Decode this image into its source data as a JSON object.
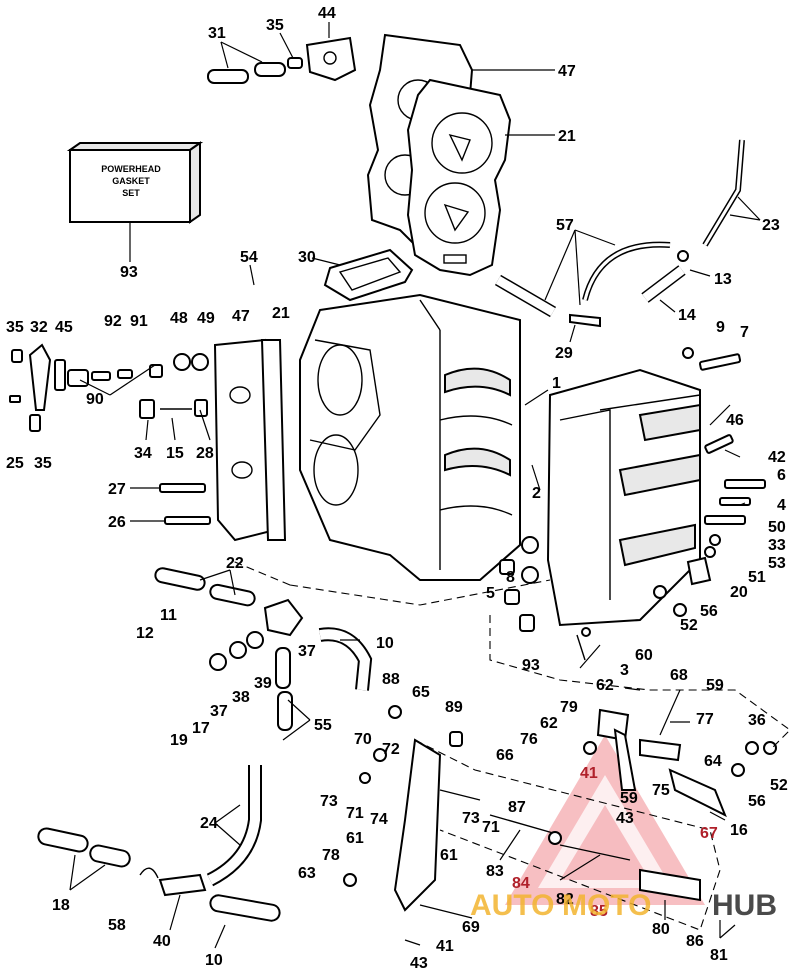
{
  "gasket_box": {
    "line1": "POWERHEAD",
    "line2": "GASKET",
    "line3": "SET"
  },
  "watermark": {
    "auto": "AUTO",
    "moto": "MOTO",
    "hub": "HUB",
    "triangle_color": "#e4474f",
    "auto_color": "#f3b430",
    "moto_color": "#f3b430",
    "hub_color": "#2b2b2b"
  },
  "callouts": [
    {
      "id": "c31",
      "text": "31"
    },
    {
      "id": "c35a",
      "text": "35"
    },
    {
      "id": "c44",
      "text": "44"
    },
    {
      "id": "c47a",
      "text": "47"
    },
    {
      "id": "c21a",
      "text": "21"
    },
    {
      "id": "c23",
      "text": "23"
    },
    {
      "id": "c57",
      "text": "57"
    },
    {
      "id": "c13",
      "text": "13"
    },
    {
      "id": "c14",
      "text": "14"
    },
    {
      "id": "c9",
      "text": "9"
    },
    {
      "id": "c7",
      "text": "7"
    },
    {
      "id": "c29",
      "text": "29"
    },
    {
      "id": "c93a",
      "text": "93"
    },
    {
      "id": "c30",
      "text": "30"
    },
    {
      "id": "c54",
      "text": "54"
    },
    {
      "id": "c35b",
      "text": "35"
    },
    {
      "id": "c32",
      "text": "32"
    },
    {
      "id": "c45",
      "text": "45"
    },
    {
      "id": "c92",
      "text": "92"
    },
    {
      "id": "c91",
      "text": "91"
    },
    {
      "id": "c48",
      "text": "48"
    },
    {
      "id": "c49",
      "text": "49"
    },
    {
      "id": "c47b",
      "text": "47"
    },
    {
      "id": "c21b",
      "text": "21"
    },
    {
      "id": "c1",
      "text": "1"
    },
    {
      "id": "c46",
      "text": "46"
    },
    {
      "id": "c42",
      "text": "42"
    },
    {
      "id": "c6",
      "text": "6"
    },
    {
      "id": "c4",
      "text": "4"
    },
    {
      "id": "c50",
      "text": "50"
    },
    {
      "id": "c33",
      "text": "33"
    },
    {
      "id": "c53",
      "text": "53"
    },
    {
      "id": "c51",
      "text": "51"
    },
    {
      "id": "c20",
      "text": "20"
    },
    {
      "id": "c90",
      "text": "90"
    },
    {
      "id": "c25",
      "text": "25"
    },
    {
      "id": "c35c",
      "text": "35"
    },
    {
      "id": "c34",
      "text": "34"
    },
    {
      "id": "c15",
      "text": "15"
    },
    {
      "id": "c28",
      "text": "28"
    },
    {
      "id": "c27",
      "text": "27"
    },
    {
      "id": "c26",
      "text": "26"
    },
    {
      "id": "c2",
      "text": "2"
    },
    {
      "id": "c8",
      "text": "8"
    },
    {
      "id": "c5",
      "text": "5"
    },
    {
      "id": "c56a",
      "text": "56"
    },
    {
      "id": "c52a",
      "text": "52"
    },
    {
      "id": "c22",
      "text": "22"
    },
    {
      "id": "c11",
      "text": "11"
    },
    {
      "id": "c12",
      "text": "12"
    },
    {
      "id": "c37a",
      "text": "37"
    },
    {
      "id": "c10a",
      "text": "10"
    },
    {
      "id": "c93b",
      "text": "93"
    },
    {
      "id": "c60",
      "text": "60"
    },
    {
      "id": "c3",
      "text": "3"
    },
    {
      "id": "c62a",
      "text": "62"
    },
    {
      "id": "c68",
      "text": "68"
    },
    {
      "id": "c59a",
      "text": "59"
    },
    {
      "id": "c88",
      "text": "88"
    },
    {
      "id": "c65",
      "text": "65"
    },
    {
      "id": "c38",
      "text": "38"
    },
    {
      "id": "c39",
      "text": "39"
    },
    {
      "id": "c37b",
      "text": "37"
    },
    {
      "id": "c17",
      "text": "17"
    },
    {
      "id": "c19",
      "text": "19"
    },
    {
      "id": "c55",
      "text": "55"
    },
    {
      "id": "c89",
      "text": "89"
    },
    {
      "id": "c79",
      "text": "79"
    },
    {
      "id": "c62b",
      "text": "62"
    },
    {
      "id": "c77",
      "text": "77"
    },
    {
      "id": "c36",
      "text": "36"
    },
    {
      "id": "c76",
      "text": "76"
    },
    {
      "id": "c66",
      "text": "66"
    },
    {
      "id": "c70",
      "text": "70"
    },
    {
      "id": "c72",
      "text": "72"
    },
    {
      "id": "c64",
      "text": "64"
    },
    {
      "id": "c52b",
      "text": "52"
    },
    {
      "id": "c73a",
      "text": "73"
    },
    {
      "id": "c71a",
      "text": "71"
    },
    {
      "id": "c74",
      "text": "74"
    },
    {
      "id": "c41a",
      "text": "41"
    },
    {
      "id": "c59b",
      "text": "59"
    },
    {
      "id": "c75",
      "text": "75"
    },
    {
      "id": "c56b",
      "text": "56"
    },
    {
      "id": "c43a",
      "text": "43"
    },
    {
      "id": "c87",
      "text": "87"
    },
    {
      "id": "c71b",
      "text": "71"
    },
    {
      "id": "c73b",
      "text": "73"
    },
    {
      "id": "c67",
      "text": "67"
    },
    {
      "id": "c16",
      "text": "16"
    },
    {
      "id": "c24",
      "text": "24"
    },
    {
      "id": "c61a",
      "text": "61"
    },
    {
      "id": "c78",
      "text": "78"
    },
    {
      "id": "c61b",
      "text": "61"
    },
    {
      "id": "c83",
      "text": "83"
    },
    {
      "id": "c84",
      "text": "84"
    },
    {
      "id": "c63",
      "text": "63"
    },
    {
      "id": "c82",
      "text": "82"
    },
    {
      "id": "c85",
      "text": "85"
    },
    {
      "id": "c18",
      "text": "18"
    },
    {
      "id": "c58",
      "text": "58"
    },
    {
      "id": "c40",
      "text": "40"
    },
    {
      "id": "c10b",
      "text": "10"
    },
    {
      "id": "c69",
      "text": "69"
    },
    {
      "id": "c41b",
      "text": "41"
    },
    {
      "id": "c43b",
      "text": "43"
    },
    {
      "id": "c80",
      "text": "80"
    },
    {
      "id": "c86",
      "text": "86"
    },
    {
      "id": "c81",
      "text": "81"
    }
  ]
}
